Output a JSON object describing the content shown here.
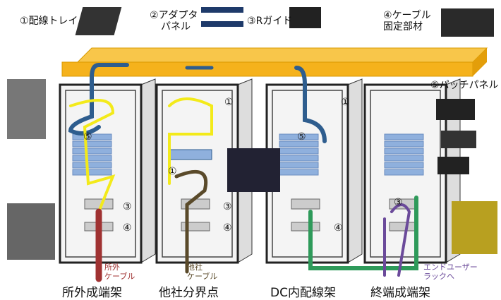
{
  "callouts": [
    {
      "num": "①",
      "text": "配線トレイ"
    },
    {
      "num": "②",
      "text": "アダプタ",
      "text2": "パネル"
    },
    {
      "num": "③",
      "text": "Rガイド"
    },
    {
      "num": "④",
      "text": "ケーブル",
      "text2": "固定部材"
    },
    {
      "num": "⑤",
      "text": "パッチパネル"
    }
  ],
  "racks": [
    {
      "name": "所外成端架",
      "marks": [
        "⑤",
        "③",
        "④"
      ]
    },
    {
      "name": "他社分界点",
      "marks": [
        "①",
        "①",
        "③",
        "④"
      ]
    },
    {
      "name": "DC内配線架",
      "marks": [
        "①",
        "⑤",
        "④"
      ]
    },
    {
      "name": "終端成端架",
      "marks": [
        "③"
      ]
    }
  ],
  "cables": [
    {
      "text": "所外",
      "text2": "ケーブル",
      "color": "#a03232"
    },
    {
      "text": "他社",
      "text2": "ケーブル",
      "color": "#5a4a2a"
    },
    {
      "text": "エンドユーザー",
      "text2": "ラックへ",
      "color": "#6b4a9a"
    }
  ],
  "colors": {
    "tray": "#f5b21c",
    "patch": "#8fb0dd",
    "rack_blue": "#2e5d8e",
    "yellow_fiber": "#f3ea1a",
    "green": "#2e9a5a"
  }
}
